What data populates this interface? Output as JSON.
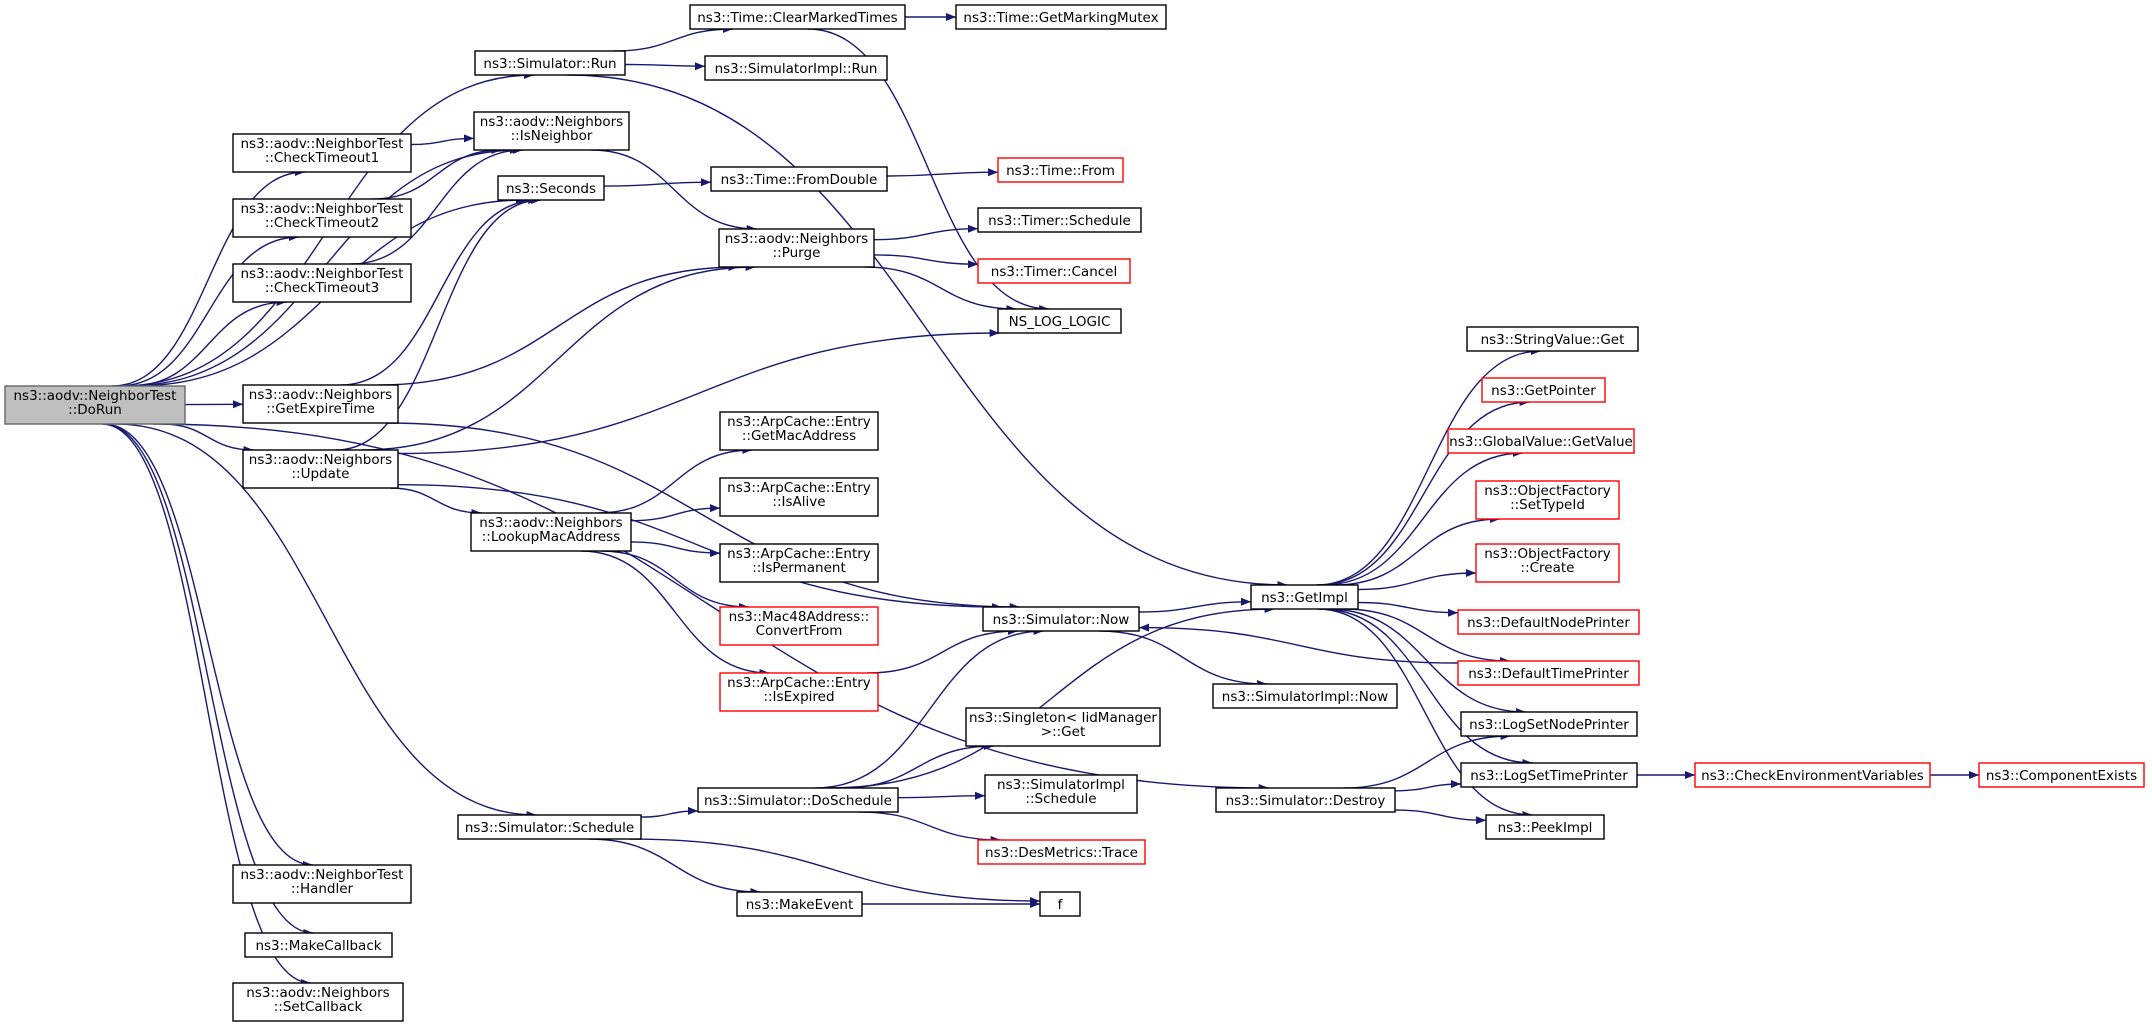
{
  "colors": {
    "edge": "#191970",
    "node_border": "#000000",
    "truncated_border": "#ff0000",
    "root_fill": "#bfbfbf",
    "background": "#ffffff"
  },
  "nodes": [
    {
      "id": "dorun",
      "lines": [
        "ns3::aodv::NeighborTest",
        "::DoRun"
      ],
      "style": "root"
    },
    {
      "id": "run",
      "lines": [
        "ns3::Simulator::Run"
      ]
    },
    {
      "id": "clearmarked",
      "lines": [
        "ns3::Time::ClearMarkedTimes"
      ]
    },
    {
      "id": "getmarkingmutex",
      "lines": [
        "ns3::Time::GetMarkingMutex"
      ]
    },
    {
      "id": "implrun",
      "lines": [
        "ns3::SimulatorImpl::Run"
      ]
    },
    {
      "id": "checktimeout1",
      "lines": [
        "ns3::aodv::NeighborTest",
        "::CheckTimeout1"
      ]
    },
    {
      "id": "checktimeout2",
      "lines": [
        "ns3::aodv::NeighborTest",
        "::CheckTimeout2"
      ]
    },
    {
      "id": "checktimeout3",
      "lines": [
        "ns3::aodv::NeighborTest",
        "::CheckTimeout3"
      ]
    },
    {
      "id": "isneighbor",
      "lines": [
        "ns3::aodv::Neighbors",
        "::IsNeighbor"
      ]
    },
    {
      "id": "seconds",
      "lines": [
        "ns3::Seconds"
      ]
    },
    {
      "id": "fromdouble",
      "lines": [
        "ns3::Time::FromDouble"
      ]
    },
    {
      "id": "timefrom",
      "lines": [
        "ns3::Time::From"
      ],
      "style": "red"
    },
    {
      "id": "purge",
      "lines": [
        "ns3::aodv::Neighbors",
        "::Purge"
      ]
    },
    {
      "id": "timerschedule",
      "lines": [
        "ns3::Timer::Schedule"
      ]
    },
    {
      "id": "timercancel",
      "lines": [
        "ns3::Timer::Cancel"
      ],
      "style": "red"
    },
    {
      "id": "nslog",
      "lines": [
        "NS_LOG_LOGIC"
      ]
    },
    {
      "id": "getexpire",
      "lines": [
        "ns3::aodv::Neighbors",
        "::GetExpireTime"
      ]
    },
    {
      "id": "update",
      "lines": [
        "ns3::aodv::Neighbors",
        "::Update"
      ]
    },
    {
      "id": "lookupmac",
      "lines": [
        "ns3::aodv::Neighbors",
        "::LookupMacAddress"
      ]
    },
    {
      "id": "getmacaddr",
      "lines": [
        "ns3::ArpCache::Entry",
        "::GetMacAddress"
      ]
    },
    {
      "id": "isalive",
      "lines": [
        "ns3::ArpCache::Entry",
        "::IsAlive"
      ]
    },
    {
      "id": "ispermanent",
      "lines": [
        "ns3::ArpCache::Entry",
        "::IsPermanent"
      ]
    },
    {
      "id": "convertfrom",
      "lines": [
        "ns3::Mac48Address::",
        "ConvertFrom"
      ],
      "style": "red"
    },
    {
      "id": "isexpired",
      "lines": [
        "ns3::ArpCache::Entry",
        "::IsExpired"
      ],
      "style": "red"
    },
    {
      "id": "simnow",
      "lines": [
        "ns3::Simulator::Now"
      ]
    },
    {
      "id": "implnow",
      "lines": [
        "ns3::SimulatorImpl::Now"
      ]
    },
    {
      "id": "getimpl",
      "lines": [
        "ns3::GetImpl"
      ]
    },
    {
      "id": "stringget",
      "lines": [
        "ns3::StringValue::Get"
      ]
    },
    {
      "id": "getpointer",
      "lines": [
        "ns3::GetPointer"
      ],
      "style": "red"
    },
    {
      "id": "globalget",
      "lines": [
        "ns3::GlobalValue::GetValue"
      ],
      "style": "red"
    },
    {
      "id": "settypeid",
      "lines": [
        "ns3::ObjectFactory",
        "::SetTypeId"
      ],
      "style": "red"
    },
    {
      "id": "create",
      "lines": [
        "ns3::ObjectFactory",
        "::Create"
      ],
      "style": "red"
    },
    {
      "id": "defnodeprinter",
      "lines": [
        "ns3::DefaultNodePrinter"
      ],
      "style": "red"
    },
    {
      "id": "deftimeprinter",
      "lines": [
        "ns3::DefaultTimePrinter"
      ],
      "style": "red"
    },
    {
      "id": "logsetnode",
      "lines": [
        "ns3::LogSetNodePrinter"
      ]
    },
    {
      "id": "logsettime",
      "lines": [
        "ns3::LogSetTimePrinter"
      ]
    },
    {
      "id": "checkenv",
      "lines": [
        "ns3::CheckEnvironmentVariables"
      ],
      "style": "red"
    },
    {
      "id": "compexists",
      "lines": [
        "ns3::ComponentExists"
      ],
      "style": "red"
    },
    {
      "id": "peekimpl",
      "lines": [
        "ns3::PeekImpl"
      ]
    },
    {
      "id": "destroy",
      "lines": [
        "ns3::Simulator::Destroy"
      ]
    },
    {
      "id": "singleton",
      "lines": [
        "ns3::Singleton< IidManager",
        ">::Get"
      ]
    },
    {
      "id": "doschedule",
      "lines": [
        "ns3::Simulator::DoSchedule"
      ]
    },
    {
      "id": "implschedule",
      "lines": [
        "ns3::SimulatorImpl",
        "::Schedule"
      ]
    },
    {
      "id": "desmetrics",
      "lines": [
        "ns3::DesMetrics::Trace"
      ],
      "style": "red"
    },
    {
      "id": "simschedule",
      "lines": [
        "ns3::Simulator::Schedule"
      ]
    },
    {
      "id": "makeevent",
      "lines": [
        "ns3::MakeEvent"
      ]
    },
    {
      "id": "f",
      "lines": [
        "f"
      ]
    },
    {
      "id": "handler",
      "lines": [
        "ns3::aodv::NeighborTest",
        "::Handler"
      ]
    },
    {
      "id": "makecallback",
      "lines": [
        "ns3::MakeCallback"
      ]
    },
    {
      "id": "setcallback",
      "lines": [
        "ns3::aodv::Neighbors",
        "::SetCallback"
      ]
    }
  ],
  "edges": [
    [
      "dorun",
      "run"
    ],
    [
      "dorun",
      "checktimeout1"
    ],
    [
      "dorun",
      "checktimeout2"
    ],
    [
      "dorun",
      "checktimeout3"
    ],
    [
      "dorun",
      "isneighbor"
    ],
    [
      "dorun",
      "seconds"
    ],
    [
      "dorun",
      "getexpire"
    ],
    [
      "dorun",
      "update"
    ],
    [
      "dorun",
      "simschedule"
    ],
    [
      "dorun",
      "handler"
    ],
    [
      "dorun",
      "makecallback"
    ],
    [
      "dorun",
      "setcallback"
    ],
    [
      "dorun",
      "destroy"
    ],
    [
      "run",
      "clearmarked"
    ],
    [
      "run",
      "implrun"
    ],
    [
      "run",
      "getimpl"
    ],
    [
      "clearmarked",
      "getmarkingmutex"
    ],
    [
      "clearmarked",
      "nslog"
    ],
    [
      "checktimeout1",
      "isneighbor"
    ],
    [
      "checktimeout2",
      "isneighbor"
    ],
    [
      "checktimeout3",
      "isneighbor"
    ],
    [
      "isneighbor",
      "purge"
    ],
    [
      "seconds",
      "fromdouble"
    ],
    [
      "fromdouble",
      "timefrom"
    ],
    [
      "purge",
      "timerschedule"
    ],
    [
      "purge",
      "timercancel"
    ],
    [
      "purge",
      "nslog"
    ],
    [
      "getexpire",
      "seconds"
    ],
    [
      "getexpire",
      "purge"
    ],
    [
      "getexpire",
      "simnow"
    ],
    [
      "update",
      "seconds"
    ],
    [
      "update",
      "purge"
    ],
    [
      "update",
      "nslog"
    ],
    [
      "update",
      "lookupmac"
    ],
    [
      "update",
      "simnow"
    ],
    [
      "lookupmac",
      "getmacaddr"
    ],
    [
      "lookupmac",
      "isalive"
    ],
    [
      "lookupmac",
      "ispermanent"
    ],
    [
      "lookupmac",
      "convertfrom"
    ],
    [
      "lookupmac",
      "isexpired"
    ],
    [
      "isexpired",
      "simnow"
    ],
    [
      "simnow",
      "getimpl"
    ],
    [
      "simnow",
      "implnow"
    ],
    [
      "getimpl",
      "stringget"
    ],
    [
      "getimpl",
      "getpointer"
    ],
    [
      "getimpl",
      "globalget"
    ],
    [
      "getimpl",
      "settypeid"
    ],
    [
      "getimpl",
      "create"
    ],
    [
      "getimpl",
      "defnodeprinter"
    ],
    [
      "getimpl",
      "deftimeprinter"
    ],
    [
      "getimpl",
      "logsetnode"
    ],
    [
      "getimpl",
      "logsettime"
    ],
    [
      "getimpl",
      "peekimpl"
    ],
    [
      "deftimeprinter",
      "simnow"
    ],
    [
      "logsettime",
      "checkenv"
    ],
    [
      "checkenv",
      "compexists"
    ],
    [
      "destroy",
      "logsetnode"
    ],
    [
      "destroy",
      "logsettime"
    ],
    [
      "destroy",
      "peekimpl"
    ],
    [
      "simschedule",
      "doschedule"
    ],
    [
      "simschedule",
      "makeevent"
    ],
    [
      "simschedule",
      "f"
    ],
    [
      "doschedule",
      "simnow"
    ],
    [
      "doschedule",
      "getimpl"
    ],
    [
      "doschedule",
      "singleton"
    ],
    [
      "doschedule",
      "implschedule"
    ],
    [
      "doschedule",
      "desmetrics"
    ],
    [
      "makeevent",
      "f"
    ]
  ]
}
